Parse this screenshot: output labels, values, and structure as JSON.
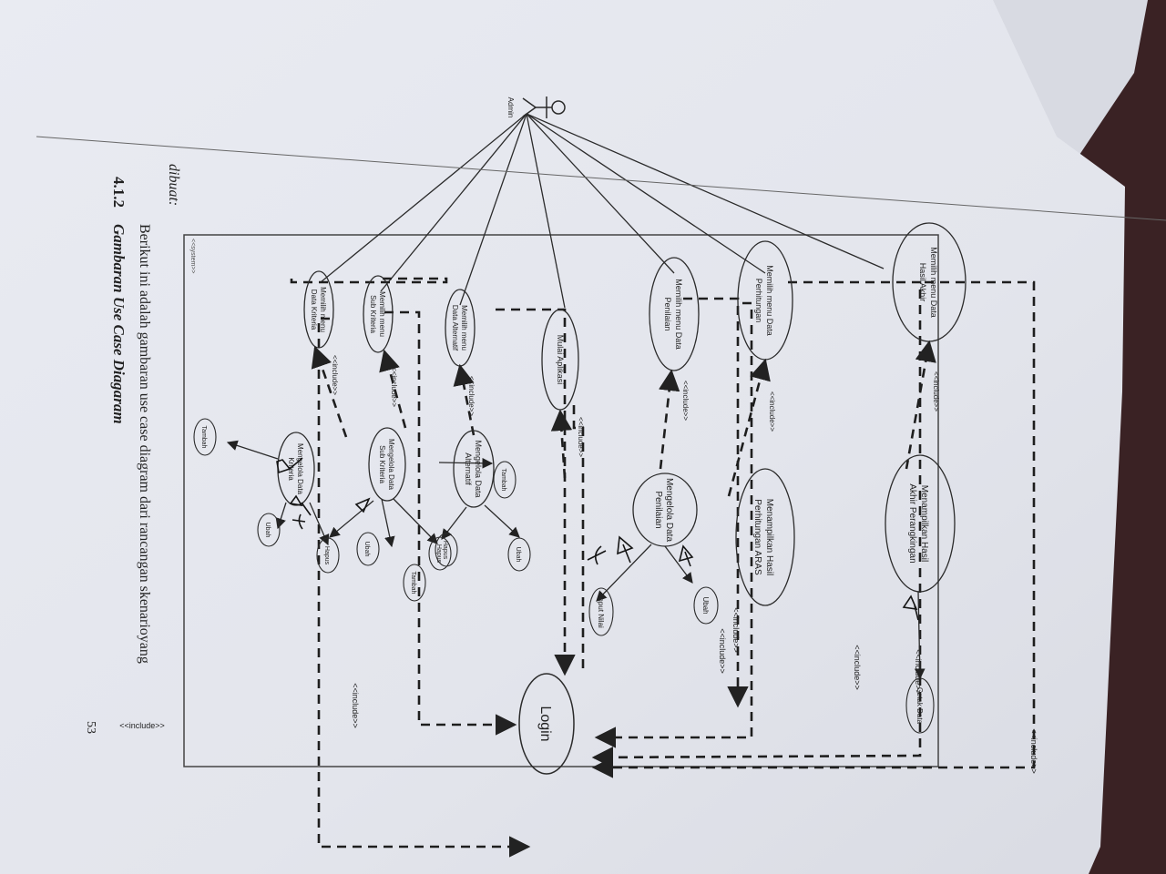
{
  "page_number": "53",
  "section": {
    "number": "4.1.2",
    "title": "Gambaran Use Case Diagaram"
  },
  "intro_line1": "Berikut ini adalah gambaran use case diagram dari rancangan skenarioyang",
  "intro_line2": "dibuat:",
  "diagram": {
    "system_label": "<<system>>",
    "actor": "Admin",
    "include_label": "<<include>>",
    "login": "Login",
    "use_cases": {
      "menu_kriteria": [
        "Memilih menu",
        "Data Kriteria"
      ],
      "menu_subkriteria": [
        "Memilih menu",
        "Sub Kriteria"
      ],
      "menu_alternatif": [
        "Memilih menu",
        "Data Alternatif"
      ],
      "mulai": [
        "Mulai Aplikasi"
      ],
      "menu_penilaian": [
        "Memilih menu Data",
        "Penilaian"
      ],
      "menu_perhitungan": [
        "Memilih menu Data",
        "Perhitungan"
      ],
      "menu_hasil": [
        "Memilih menu Data",
        "Hasil Akhir"
      ],
      "kelola_kriteria": [
        "Mengelola Data",
        "Kriteria"
      ],
      "kelola_subkriteria": [
        "Mengelola Data",
        "Sub Kriteria"
      ],
      "kelola_alternatif": [
        "Mengelola Data",
        "Alternatif"
      ],
      "kelola_penilaian": [
        "Mengelola Data",
        "Penilaian"
      ],
      "tampil_perhitungan": [
        "Menampilkan Hasil",
        "Perhitungan ARAS"
      ],
      "tampil_hasil": [
        "Menampilkan Hasil",
        "Akhir Perangkingan"
      ]
    },
    "sub_actions": {
      "kriteria": [
        "Tambah",
        "Ubah",
        "Hapus"
      ],
      "subkriteria": [
        "Ubah",
        "Tambah",
        "Hapus"
      ],
      "alternatif": [
        "Tambah",
        "Ubah",
        "Hapus"
      ],
      "penilaian": [
        "Input Nilai",
        "Ubah"
      ],
      "hasil": [
        "Cetak Data"
      ]
    }
  },
  "colors": {
    "paper": "#e6e8ef",
    "ink": "#2b2b2b",
    "pen": "#151515",
    "background": "#2a2a2e"
  }
}
